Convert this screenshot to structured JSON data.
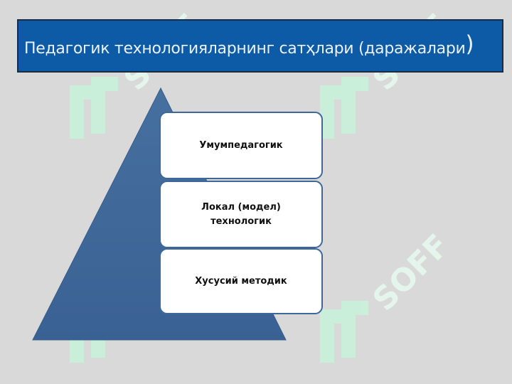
{
  "title": {
    "text": "Педагогик технологияларнинг сатҳлари (даражалари",
    "closing_paren": ")"
  },
  "levels": [
    {
      "line1": "Умумпедагогик",
      "line2": ""
    },
    {
      "line1": "Локал  (модел)",
      "line2": "технологик"
    },
    {
      "line1": "Хусусий методик",
      "line2": ""
    }
  ],
  "watermark": {
    "text": "SOFF",
    "color": "#bff0d6"
  },
  "colors": {
    "background": "#d9d9d9",
    "title_bar": "#0d5ba6",
    "pyramid": "#3e6597",
    "box_border": "#3e6899"
  }
}
